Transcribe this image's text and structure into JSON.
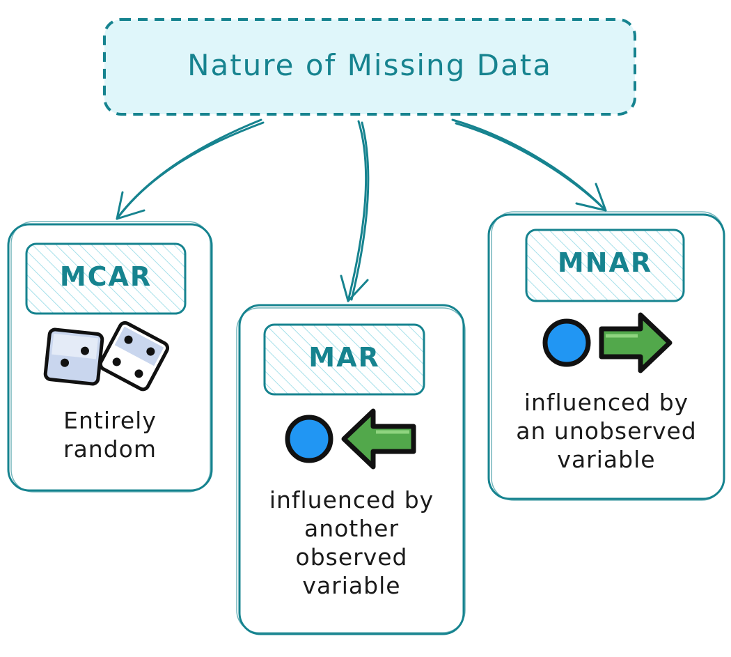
{
  "title": "Nature of Missing Data",
  "categories": [
    {
      "label": "MCAR",
      "description": "Entirely\nrandom",
      "icon": "dice-icon"
    },
    {
      "label": "MAR",
      "description": "influenced by\nanother\nobserved\nvariable",
      "icon": "circle-left-arrow-icon"
    },
    {
      "label": "MNAR",
      "description": "influenced by\nan unobserved\nvariable",
      "icon": "circle-right-arrow-icon"
    }
  ],
  "colors": {
    "accent": "#16838f",
    "title_fill": "#dff6fa",
    "hatch": "#a6e0ea",
    "circle": "#2196f3",
    "arrow": "#52a84b",
    "dice_face": "#c9d6ee"
  }
}
